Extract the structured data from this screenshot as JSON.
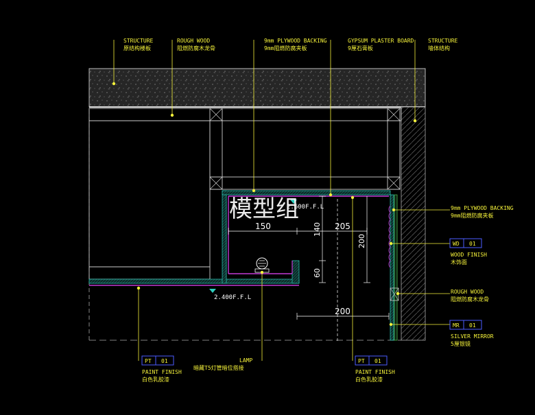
{
  "watermark": "模型组",
  "top_labels": [
    {
      "en": "STRUCTURE",
      "cn": "原结构楼板"
    },
    {
      "en": "ROUGH WOOD",
      "cn": "阻燃防腐木龙骨"
    },
    {
      "en": "9mm PLYWOOD BACKING",
      "cn": "9mm阻燃防腐夹板"
    },
    {
      "en": "GYPSUM PLASTER BOARD",
      "cn": "9厘石膏板"
    },
    {
      "en": "STRUCTURE",
      "cn": "墙体结构"
    }
  ],
  "right_labels": [
    {
      "en": "9mm PLYWOOD BACKING",
      "cn": "9mm阻燃防腐夹板"
    },
    {
      "en": "WOOD FINISH",
      "cn": "木饰面",
      "code": "WD",
      "num": "01"
    },
    {
      "en": "ROUGH WOOD",
      "cn": "阻燃防腐木龙骨"
    },
    {
      "en": "SILVER MIRROR",
      "cn": "5厘银镜",
      "code": "MR",
      "num": "01"
    }
  ],
  "bottom_labels": [
    {
      "code": "PT",
      "num": "01",
      "en": "PAINT FINISH",
      "cn": "白色乳胶漆"
    },
    {
      "en": "LAMP",
      "cn": "暗藏T5灯管暗位搭接"
    },
    {
      "code": "PT",
      "num": "01",
      "en": "PAINT FINISH",
      "cn": "白色乳胶漆"
    }
  ],
  "levels": {
    "upper": "2.600F.F.L",
    "lower": "2.400F.F.L"
  },
  "dimensions": {
    "d150": "150",
    "d205": "205",
    "d140": "140",
    "d200v": "200",
    "d60": "60",
    "d200h": "200"
  }
}
